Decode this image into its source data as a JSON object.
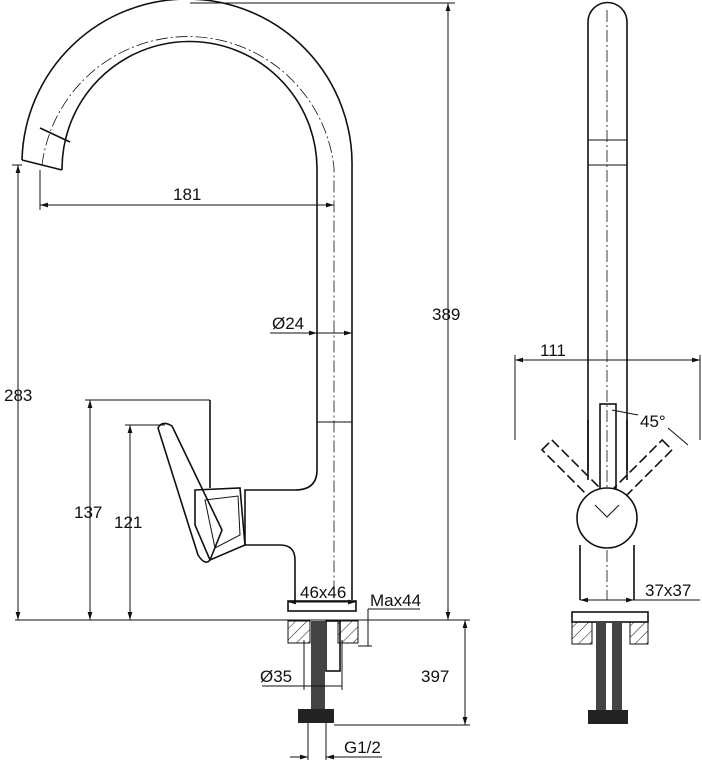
{
  "title": "Kitchen faucet dimension drawing",
  "dimensions": {
    "spout_reach": "181",
    "spout_height": "283",
    "total_height": "389",
    "tube_diameter": "Ø24",
    "handle_height_top": "137",
    "handle_height_pivot": "121",
    "base_size_side": "46x46",
    "max_counter": "Max44",
    "hole_diameter": "Ø35",
    "hose_length": "397",
    "thread": "G1/2",
    "handle_span": "111",
    "handle_angle": "45°",
    "base_size_front": "37x37"
  },
  "colors": {
    "line": "#111111",
    "background": "#ffffff"
  }
}
